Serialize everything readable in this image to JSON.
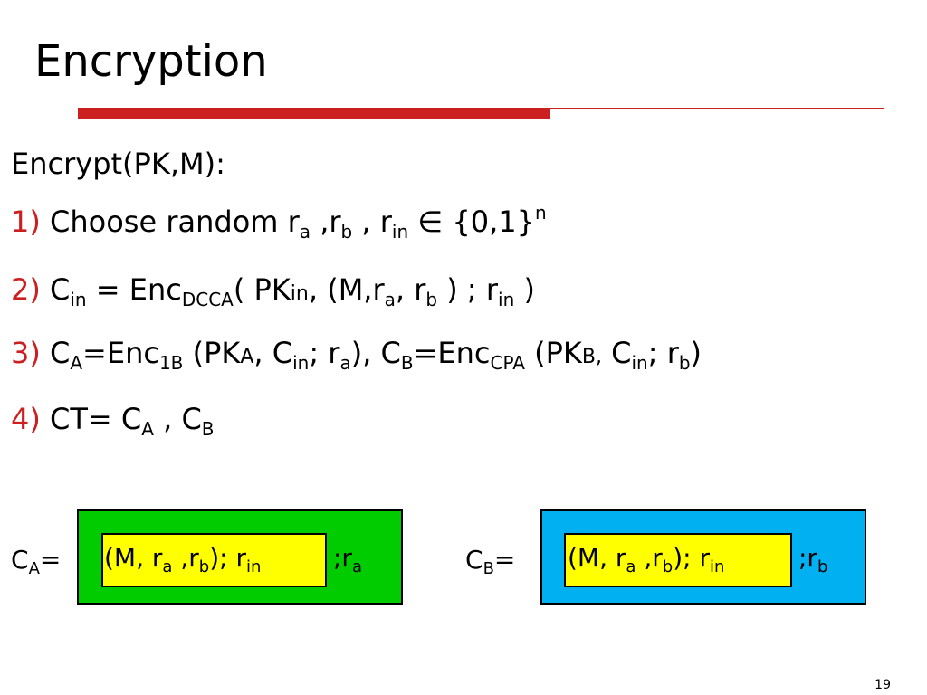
{
  "slide": {
    "title": "Encryption",
    "page_number": "19",
    "colors": {
      "accent": "#CC1F1F",
      "box_a": "#00CC00",
      "box_b": "#00B0F0",
      "inner": "#FFFF00"
    }
  },
  "algorithm": {
    "heading": "Encrypt(PK,M):",
    "steps": [
      {
        "num": "1)"
      },
      {
        "num": "2)"
      },
      {
        "num": "3)"
      },
      {
        "num": "4)"
      }
    ]
  },
  "boxes": {
    "a": {
      "label": "C",
      "label_sub": "A",
      "eq": "="
    },
    "b": {
      "label": "C",
      "label_sub": "B",
      "eq": "="
    }
  }
}
